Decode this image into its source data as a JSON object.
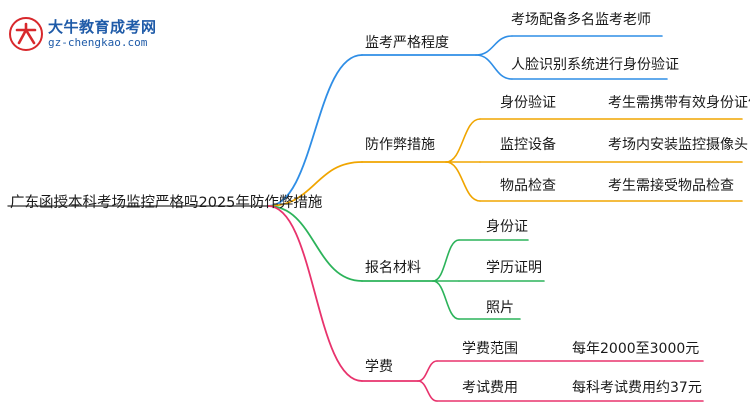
{
  "brand": {
    "name": "大牛教育成考网",
    "url": "gz-chengkao.com"
  },
  "colors": {
    "blue": "#2f8ee6",
    "orange": "#f0a500",
    "green": "#2cb35a",
    "pink": "#e8336d",
    "root_line": "#555555",
    "logo_red": "#d8282c",
    "logo_blue": "#1f5ba8"
  },
  "mindmap": {
    "root": "广东函授本科考场监控严格吗2025年防作弊措施",
    "branches": [
      {
        "label": "监考严格程度",
        "color": "blue",
        "children": [
          {
            "label": "考场配备多名监考老师"
          },
          {
            "label": "人脸识别系统进行身份验证"
          }
        ]
      },
      {
        "label": "防作弊措施",
        "color": "orange",
        "children": [
          {
            "label": "身份验证",
            "detail": "考生需携带有效身份证件"
          },
          {
            "label": "监控设备",
            "detail": "考场内安装监控摄像头"
          },
          {
            "label": "物品检查",
            "detail": "考生需接受物品检查"
          }
        ]
      },
      {
        "label": "报名材料",
        "color": "green",
        "children": [
          {
            "label": "身份证"
          },
          {
            "label": "学历证明"
          },
          {
            "label": "照片"
          }
        ]
      },
      {
        "label": "学费",
        "color": "pink",
        "children": [
          {
            "label": "学费范围",
            "detail": "每年2000至3000元"
          },
          {
            "label": "考试费用",
            "detail": "每科考试费用约37元"
          }
        ]
      }
    ]
  }
}
